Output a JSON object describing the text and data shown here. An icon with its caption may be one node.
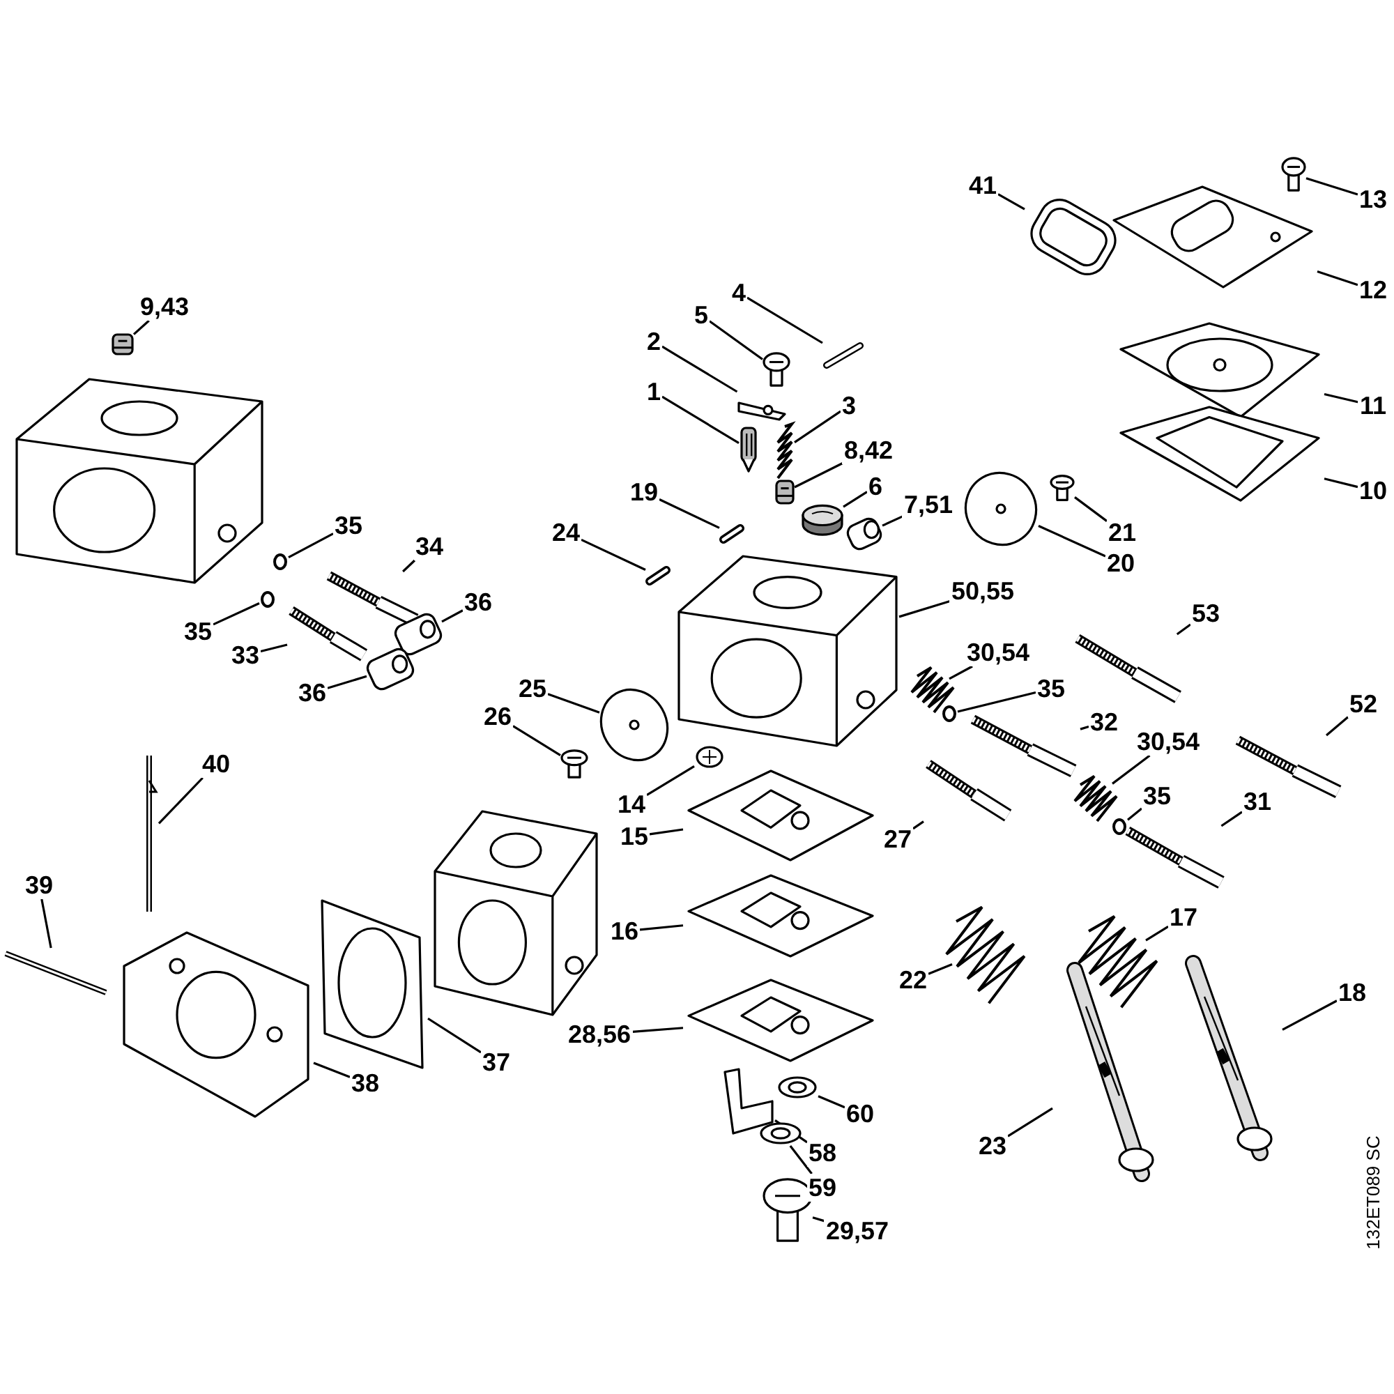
{
  "diagram": {
    "nodes": [
      {
        "text": [
          "9,43"
        ]
      },
      {
        "text": [],
        "shape": "picture"
      },
      {
        "text": [
          "35"
        ]
      },
      {
        "text": [],
        "shape": "circle"
      },
      {
        "text": [
          "34"
        ]
      },
      {
        "text": [],
        "shape": "picture"
      },
      {
        "text": [
          "35"
        ]
      },
      {
        "text": [],
        "shape": "circle"
      },
      {
        "text": [
          "33"
        ]
      },
      {
        "text": [],
        "shape": "picture"
      },
      {
        "text": [
          "36"
        ]
      },
      {
        "text": [],
        "shape": "picture"
      },
      {
        "text": [
          "36"
        ]
      },
      {
        "text": [],
        "shape": "picture"
      },
      {
        "text": [
          "40"
        ]
      },
      {
        "text": [],
        "shape": "picture"
      },
      {
        "text": [
          "39"
        ]
      },
      {
        "text": [],
        "shape": "picture"
      },
      {
        "text": [
          "38"
        ]
      },
      {
        "text": [],
        "shape": "picture"
      },
      {
        "text": [
          "37"
        ]
      },
      {
        "text": [],
        "shape": "picture"
      },
      {
        "text": [
          "4"
        ]
      },
      {
        "text": [],
        "shape": "picture"
      },
      {
        "text": [
          "5"
        ]
      },
      {
        "text": [],
        "shape": "picture"
      },
      {
        "text": [
          "2"
        ]
      },
      {
        "text": [],
        "shape": "picture"
      },
      {
        "text": [
          "1"
        ]
      },
      {
        "text": [],
        "shape": "picture"
      },
      {
        "text": [
          "3"
        ]
      },
      {
        "text": [],
        "shape": "picture"
      },
      {
        "text": [
          "8,42"
        ]
      },
      {
        "text": [],
        "shape": "picture"
      },
      {
        "text": [
          "19"
        ]
      },
      {
        "text": [],
        "shape": "picture"
      },
      {
        "text": [
          "6"
        ]
      },
      {
        "text": [],
        "shape": "picture"
      },
      {
        "text": [
          "7,51"
        ]
      },
      {
        "text": [],
        "shape": "picture"
      },
      {
        "text": [
          "24"
        ]
      },
      {
        "text": [],
        "shape": "picture"
      },
      {
        "text": [
          "50,55"
        ]
      },
      {
        "text": [],
        "shape": "picture"
      },
      {
        "text": [
          "41"
        ]
      },
      {
        "text": [],
        "shape": "picture"
      },
      {
        "text": [
          "13"
        ]
      },
      {
        "text": [],
        "shape": "picture"
      },
      {
        "text": [
          "12"
        ]
      },
      {
        "text": [],
        "shape": "picture"
      },
      {
        "text": [
          "11"
        ]
      },
      {
        "text": [],
        "shape": "picture"
      },
      {
        "text": [
          "10"
        ]
      },
      {
        "text": [],
        "shape": "picture"
      },
      {
        "text": [
          "21"
        ]
      },
      {
        "text": [],
        "shape": "picture"
      },
      {
        "text": [
          "20"
        ]
      },
      {
        "text": [],
        "shape": "picture"
      },
      {
        "text": [
          "53"
        ]
      },
      {
        "text": [],
        "shape": "picture"
      },
      {
        "text": [
          "30,54"
        ]
      },
      {
        "text": [],
        "shape": "picture"
      },
      {
        "text": [
          "35"
        ]
      },
      {
        "text": [],
        "shape": "circle"
      },
      {
        "text": [
          "32"
        ]
      },
      {
        "text": [],
        "shape": "picture"
      },
      {
        "text": [
          "52"
        ]
      },
      {
        "text": [],
        "shape": "picture"
      },
      {
        "text": [
          "25"
        ]
      },
      {
        "text": [],
        "shape": "picture"
      },
      {
        "text": [
          "26"
        ]
      },
      {
        "text": [],
        "shape": "picture"
      },
      {
        "text": [
          "14"
        ]
      },
      {
        "text": [],
        "shape": "picture"
      },
      {
        "text": [
          "27"
        ]
      },
      {
        "text": [],
        "shape": "picture"
      },
      {
        "text": [
          "30,54"
        ]
      },
      {
        "text": [],
        "shape": "picture"
      },
      {
        "text": [
          "35"
        ]
      },
      {
        "text": [],
        "shape": "circle"
      },
      {
        "text": [
          "31"
        ]
      },
      {
        "text": [],
        "shape": "picture"
      },
      {
        "text": [
          "15"
        ]
      },
      {
        "text": [],
        "shape": "picture"
      },
      {
        "text": [
          "17"
        ]
      },
      {
        "text": [],
        "shape": "picture"
      },
      {
        "text": [
          "16"
        ]
      },
      {
        "text": [],
        "shape": "picture"
      },
      {
        "text": [
          "22"
        ]
      },
      {
        "text": [],
        "shape": "picture"
      },
      {
        "text": [
          "18"
        ]
      },
      {
        "text": [],
        "shape": "picture"
      },
      {
        "text": [
          "28,56"
        ]
      },
      {
        "text": [],
        "shape": "picture"
      },
      {
        "text": [
          "23"
        ]
      },
      {
        "text": [],
        "shape": "picture"
      },
      {
        "text": [
          "60"
        ]
      },
      {
        "text": [],
        "shape": "picture"
      },
      {
        "text": [
          "58"
        ]
      },
      {
        "text": [],
        "shape": "picture"
      },
      {
        "text": [
          "59"
        ]
      },
      {
        "text": [],
        "shape": "picture"
      },
      {
        "text": [
          "29,57"
        ]
      },
      {
        "text": [],
        "shape": "picture"
      }
    ],
    "edges": [
      {
        "from": 0,
        "to": 1,
        "arrow": "none"
      },
      {
        "from": 2,
        "to": 3,
        "arrow": "none"
      },
      {
        "from": 4,
        "to": 5,
        "arrow": "none"
      },
      {
        "from": 6,
        "to": 7,
        "arrow": "none"
      },
      {
        "from": 8,
        "to": 9,
        "arrow": "none"
      },
      {
        "from": 10,
        "to": 11,
        "arrow": "none"
      },
      {
        "from": 12,
        "to": 13,
        "arrow": "none"
      },
      {
        "from": 14,
        "to": 15,
        "arrow": "none"
      },
      {
        "from": 16,
        "to": 17,
        "arrow": "none"
      },
      {
        "from": 18,
        "to": 19,
        "arrow": "none"
      },
      {
        "from": 20,
        "to": 21,
        "arrow": "none"
      },
      {
        "from": 22,
        "to": 23,
        "arrow": "none"
      },
      {
        "from": 24,
        "to": 25,
        "arrow": "none"
      },
      {
        "from": 26,
        "to": 27,
        "arrow": "none"
      },
      {
        "from": 28,
        "to": 29,
        "arrow": "none"
      },
      {
        "from": 30,
        "to": 31,
        "arrow": "none"
      },
      {
        "from": 32,
        "to": 33,
        "arrow": "none"
      },
      {
        "from": 34,
        "to": 35,
        "arrow": "none"
      },
      {
        "from": 36,
        "to": 37,
        "arrow": "none"
      },
      {
        "from": 38,
        "to": 39,
        "arrow": "none"
      },
      {
        "from": 40,
        "to": 41,
        "arrow": "none"
      },
      {
        "from": 42,
        "to": 43,
        "arrow": "none"
      },
      {
        "from": 44,
        "to": 45,
        "arrow": "none"
      },
      {
        "from": 46,
        "to": 47,
        "arrow": "none"
      },
      {
        "from": 48,
        "to": 49,
        "arrow": "none"
      },
      {
        "from": 50,
        "to": 51,
        "arrow": "none"
      },
      {
        "from": 52,
        "to": 53,
        "arrow": "none"
      },
      {
        "from": 54,
        "to": 55,
        "arrow": "none"
      },
      {
        "from": 56,
        "to": 57,
        "arrow": "none"
      },
      {
        "from": 58,
        "to": 59,
        "arrow": "none"
      },
      {
        "from": 60,
        "to": 61,
        "arrow": "none"
      },
      {
        "from": 62,
        "to": 63,
        "arrow": "none"
      },
      {
        "from": 64,
        "to": 65,
        "arrow": "none"
      },
      {
        "from": 66,
        "to": 67,
        "arrow": "none"
      },
      {
        "from": 68,
        "to": 69,
        "arrow": "none"
      },
      {
        "from": 70,
        "to": 71,
        "arrow": "none"
      },
      {
        "from": 72,
        "to": 73,
        "arrow": "none"
      },
      {
        "from": 74,
        "to": 75,
        "arrow": "none"
      },
      {
        "from": 76,
        "to": 77,
        "arrow": "none"
      },
      {
        "from": 78,
        "to": 79,
        "arrow": "none"
      },
      {
        "from": 80,
        "to": 81,
        "arrow": "none"
      },
      {
        "from": 82,
        "to": 83,
        "arrow": "none"
      },
      {
        "from": 84,
        "to": 85,
        "arrow": "none"
      },
      {
        "from": 86,
        "to": 87,
        "arrow": "none"
      },
      {
        "from": 88,
        "to": 89,
        "arrow": "none"
      },
      {
        "from": 90,
        "to": 91,
        "arrow": "none"
      },
      {
        "from": 92,
        "to": 93,
        "arrow": "none"
      },
      {
        "from": 94,
        "to": 95,
        "arrow": "none"
      },
      {
        "from": 96,
        "to": 97,
        "arrow": "none"
      },
      {
        "from": 98,
        "to": 99,
        "arrow": "none"
      },
      {
        "from": 100,
        "to": 101,
        "arrow": "none"
      },
      {
        "from": 102,
        "to": 103,
        "arrow": "none"
      }
    ],
    "labels": [
      "132ET089 SC"
    ]
  }
}
